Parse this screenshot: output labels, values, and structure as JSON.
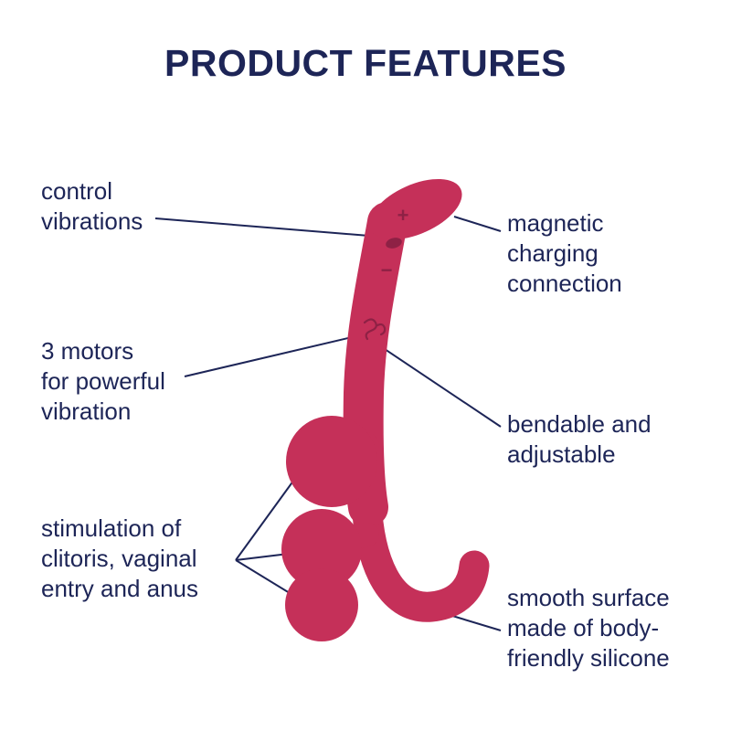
{
  "title": "PRODUCT FEATURES",
  "colors": {
    "text_navy": "#1d2557",
    "device_pink": "#c53059",
    "device_detail": "#8e2145",
    "connector": "#1d2557"
  },
  "callouts": {
    "control_vibrations": {
      "lines": [
        "control",
        "vibrations"
      ]
    },
    "magnetic_charging": {
      "lines": [
        "magnetic",
        "charging",
        "connection"
      ]
    },
    "three_motors": {
      "lines": [
        "3 motors",
        "for powerful",
        "vibration"
      ]
    },
    "bendable": {
      "lines": [
        "bendable and",
        "adjustable"
      ]
    },
    "stimulation": {
      "lines": [
        "stimulation of",
        "clitoris, vaginal",
        "entry and anus"
      ]
    },
    "smooth_surface": {
      "lines": [
        "smooth surface",
        "made of body-",
        "friendly silicone"
      ]
    }
  },
  "device": {
    "buttons": {
      "plus": "+",
      "minus": "−"
    }
  }
}
